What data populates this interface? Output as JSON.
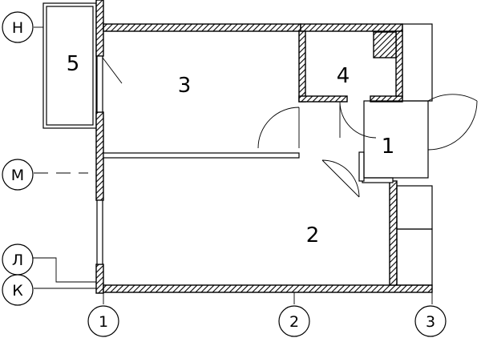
{
  "plan": {
    "rooms": [
      {
        "id": "room-1",
        "label": "1"
      },
      {
        "id": "room-2",
        "label": "2"
      },
      {
        "id": "room-3",
        "label": "3"
      },
      {
        "id": "room-4",
        "label": "4"
      },
      {
        "id": "room-5",
        "label": "5"
      }
    ],
    "grid_axes_rows": [
      {
        "id": "axis-n",
        "label": "Н"
      },
      {
        "id": "axis-m",
        "label": "М"
      },
      {
        "id": "axis-l",
        "label": "Л"
      },
      {
        "id": "axis-k",
        "label": "К"
      }
    ],
    "grid_axes_cols": [
      {
        "id": "axis-1",
        "label": "1"
      },
      {
        "id": "axis-2",
        "label": "2"
      },
      {
        "id": "axis-3",
        "label": "3"
      }
    ]
  }
}
